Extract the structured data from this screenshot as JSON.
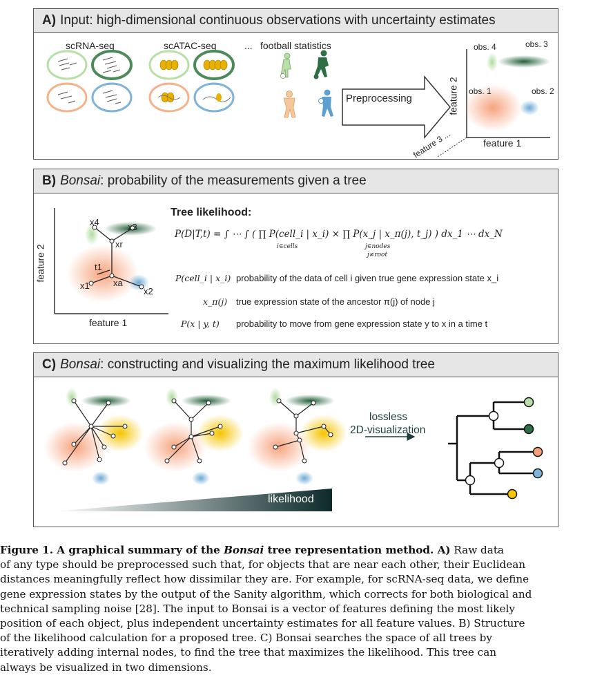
{
  "panel_a": {
    "letter": "A)",
    "title": "Input: high-dimensional continuous observations with uncertainty estimates",
    "datasets": [
      "scRNA-seq",
      "scATAC-seq",
      "...",
      "football statistics"
    ],
    "arrow_label": "Preprocessing",
    "plot": {
      "ylabel": "feature 2",
      "xlabel": "feature 1",
      "zlabel": "feature 3 ...",
      "points": [
        "obs. 4",
        "obs. 3",
        "obs. 1",
        "obs. 2"
      ]
    }
  },
  "panel_b": {
    "letter": "B)",
    "title_italic": "Bonsai",
    "title_rest": ": probability of the measurements given a tree",
    "plot": {
      "ylabel": "feature 2",
      "xlabel": "feature 1",
      "nodes": [
        "x4",
        "x3",
        "xr",
        "t1",
        "x1",
        "xa",
        "x2"
      ]
    },
    "likelihood_title": "Tree likelihood:",
    "formula": "P(D|T,t) = ∫ ⋯ ∫ ( ∏ P(cell_i | x_i) × ∏ P(x_j | x_π(j), t_j) ) dx_1 ⋯ dx_N",
    "formula_sub1": "i∈cells",
    "formula_sub2": "j∈nodes",
    "formula_sub3": "j≠root",
    "defs": [
      {
        "sym": "P(cell_i | x_i)",
        "text": "probability of the data of cell i given true gene expression state x_i"
      },
      {
        "sym": "x_π(j)",
        "text": "true expression state of the ancestor π(j) of node j"
      },
      {
        "sym": "P(x | y, t)",
        "text": "probability to move from gene expression state y to x in a time t"
      }
    ]
  },
  "panel_c": {
    "letter": "C)",
    "title_italic": "Bonsai",
    "title_rest": ": constructing and visualizing the maximum likelihood tree",
    "arrow_label_1": "lossless",
    "arrow_label_2": "2D-visualization",
    "wedge_label": "likelihood"
  },
  "caption": {
    "lines": [
      "Figure 1. A graphical summary of the Bonsai tree representation method. A) Raw data",
      "of any type should be preprocessed such that, for objects that are near each other, their Euclidean",
      "distances meaningfully reflect how dissimilar they are. For example, for scRNA-seq data, we define",
      "gene expression states by the output of the Sanity algorithm, which corrects for both biological and",
      "technical sampling noise [28]. The input to Bonsai is a vector of features defining the most likely",
      "position of each object, plus independent uncertainty estimates for all feature values. B) Structure",
      "of the likelihood calculation for a proposed tree. C) Bonsai searches the space of all trees by",
      "iteratively adding internal nodes, to find the tree that maximizes the likelihood. This tree can",
      "always be visualized in two dimensions."
    ]
  },
  "colors": {
    "green_light": "#b9dfa8",
    "green_dark": "#2e6e45",
    "orange": "#f4a07a",
    "blue": "#7fb3d8",
    "yellow": "#f5c400"
  }
}
